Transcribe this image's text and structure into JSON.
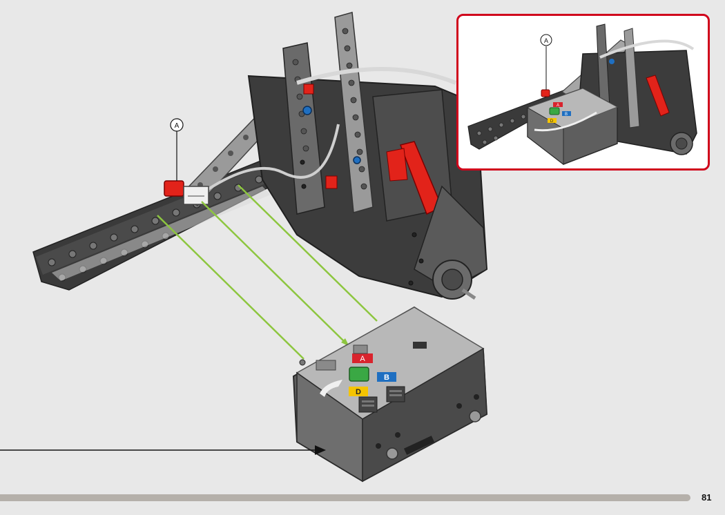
{
  "page": {
    "number": "81"
  },
  "callout": {
    "marker": "A"
  },
  "main_model": {
    "marker": "A"
  },
  "hub": {
    "port_a": "A",
    "port_b": "B",
    "port_d": "D"
  },
  "callout_hub": {
    "port_a": "A",
    "port_b": "B",
    "port_d": "D"
  },
  "colors": {
    "background": "#e8e8e8",
    "callout_border": "#d0021b",
    "arrow_green": "#8dc63f",
    "brick_dark": "#3a3a3a",
    "brick_mid": "#8e8e8e",
    "brick_light": "#c4c4c4",
    "red_part": "#e2231a",
    "port_a_red": "#d9232d",
    "port_b_blue": "#1f6fc1",
    "port_d_yellow": "#f5c400",
    "button_green": "#3aa844"
  }
}
